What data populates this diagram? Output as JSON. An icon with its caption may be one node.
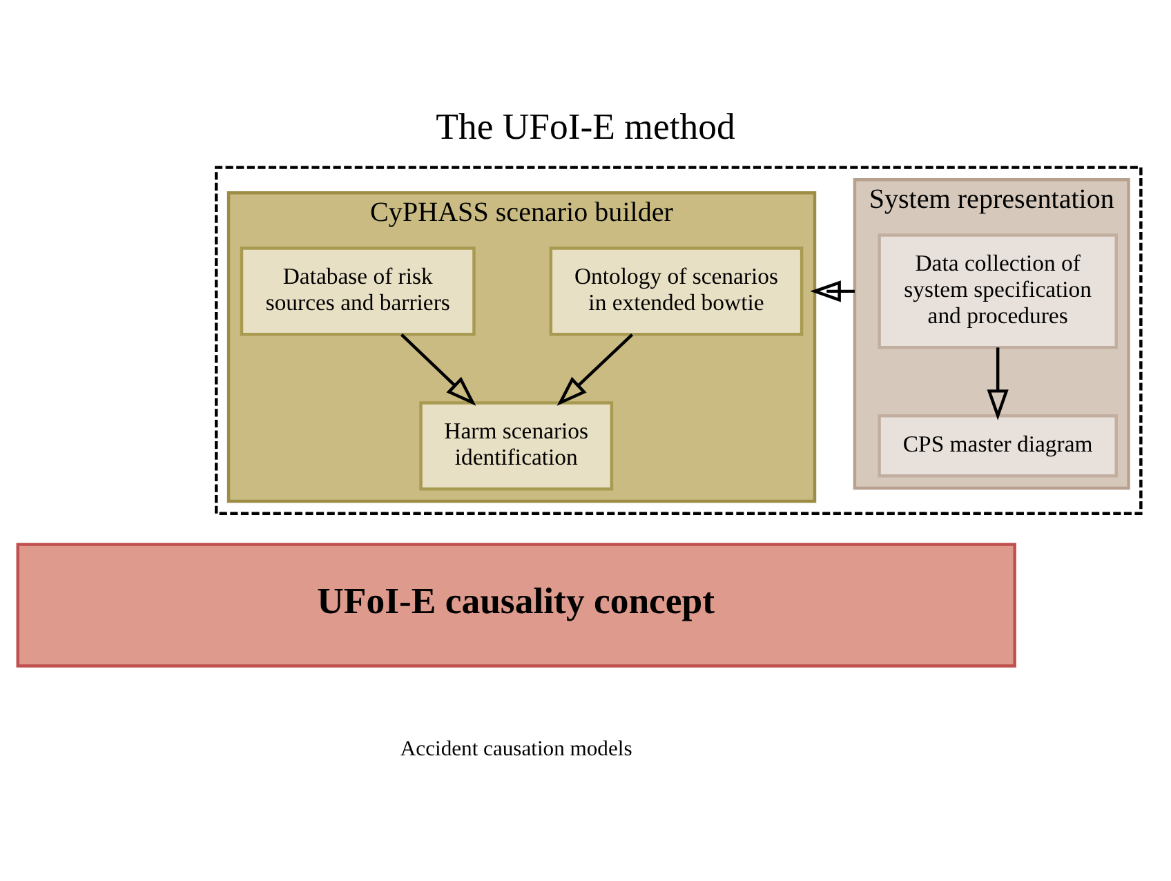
{
  "diagram": {
    "title": "The UFoI-E method",
    "caption": "Accident causation models",
    "nodes": [
      {
        "text": [],
        "shape": "box"
      },
      {
        "text": [
          "System representation"
        ],
        "in": 0
      },
      {
        "text": [
          "Data collection of system specification and procedures"
        ],
        "in": 1
      },
      {
        "text": [
          "CPS master diagram"
        ],
        "in": 1
      },
      {
        "text": [
          "CyPHASS scenario builder"
        ],
        "in": 0
      },
      {
        "text": [
          "Ontology of scenarios in extended bowtie"
        ],
        "in": 4
      },
      {
        "text": [
          "Database of risk sources and barriers"
        ],
        "in": 4
      },
      {
        "text": [
          "Harm scenarios identification"
        ],
        "in": 4
      },
      {
        "text": [
          "UFoI-E causality concept"
        ]
      }
    ],
    "edges": [
      {
        "from": 2,
        "to": 3,
        "arrow": "to"
      },
      {
        "from": 1,
        "to": 4,
        "arrow": "to"
      },
      {
        "from": 5,
        "to": 7,
        "arrow": "to"
      },
      {
        "from": 6,
        "to": 7,
        "arrow": "to"
      }
    ]
  }
}
